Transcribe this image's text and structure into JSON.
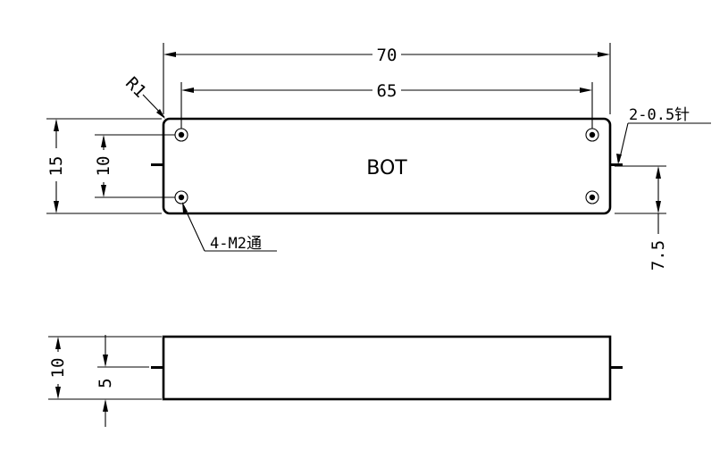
{
  "part_label": "BOT",
  "dimensions": {
    "overall_length": "70",
    "hole_spacing_length": "65",
    "corner_radius": "R1",
    "overall_width": "15",
    "hole_spacing_width": "10",
    "pin_offset": "7.5",
    "side_height": "10",
    "side_pin_height": "5"
  },
  "notes": {
    "pins": "2-0.5针",
    "holes": "4-M2通"
  }
}
